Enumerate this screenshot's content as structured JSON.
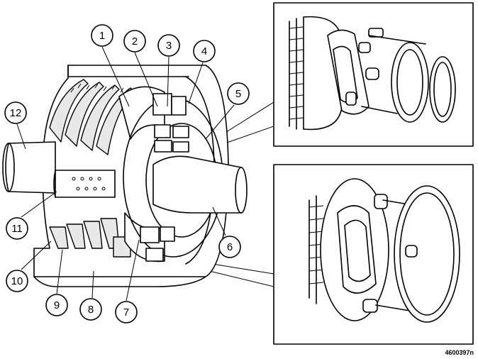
{
  "drawing_code": "4600397n",
  "callouts": [
    {
      "label": "1"
    },
    {
      "label": "2"
    },
    {
      "label": "3"
    },
    {
      "label": "4"
    },
    {
      "label": "5"
    },
    {
      "label": "6"
    },
    {
      "label": "7"
    },
    {
      "label": "8"
    },
    {
      "label": "9"
    },
    {
      "label": "10"
    },
    {
      "label": "11"
    },
    {
      "label": "12"
    }
  ]
}
